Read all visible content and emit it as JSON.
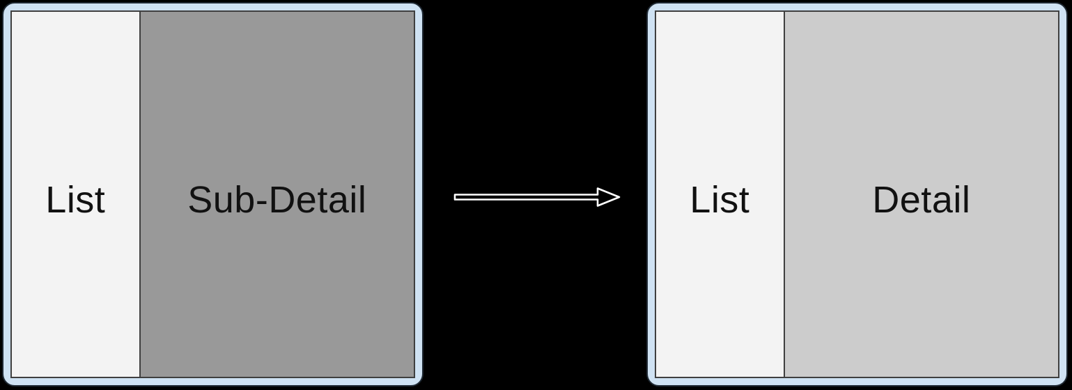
{
  "diagram": {
    "title": "list-detail layout transition",
    "background_color": "#000000",
    "frame_color": "#cfe2f3",
    "frame_border_color": "#3f3f3f",
    "before": {
      "list_label": "List",
      "detail_label": "Sub-Detail",
      "list_panel_color": "#f3f3f3",
      "detail_panel_color": "#999999"
    },
    "after": {
      "list_label": "List",
      "detail_label": "Detail",
      "list_panel_color": "#f3f3f3",
      "detail_panel_color": "#cccccc"
    },
    "arrow": {
      "name": "right-arrow",
      "direction": "right",
      "stroke_color": "#ffffff",
      "fill_color": "#000000"
    },
    "text_color": "#111111"
  }
}
